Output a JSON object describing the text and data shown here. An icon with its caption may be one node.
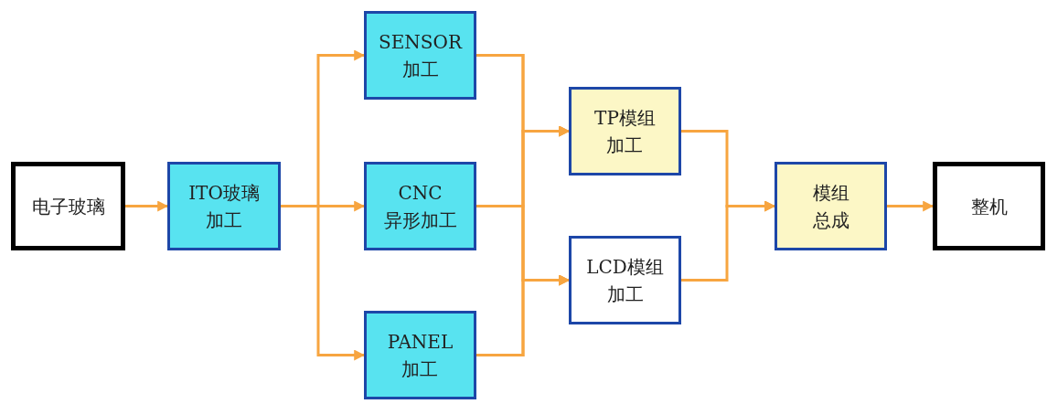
{
  "diagram": {
    "nodes": [
      {
        "text": [
          "电子玻璃"
        ]
      },
      {
        "text": [
          "ITO玻璃加工"
        ]
      },
      {
        "text": [
          "SENSOR加工"
        ]
      },
      {
        "text": [
          "CNC异形加工"
        ]
      },
      {
        "text": [
          "PANEL加工"
        ]
      },
      {
        "text": [
          "TP模组加工"
        ]
      },
      {
        "text": [
          "LCD模组加工"
        ]
      },
      {
        "text": [
          "模组总成"
        ]
      },
      {
        "text": [
          "整机"
        ]
      }
    ],
    "edges": [
      {
        "from": 0,
        "to": 1,
        "arrow": "to"
      },
      {
        "from": 1,
        "to": 2,
        "arrow": "to"
      },
      {
        "from": 1,
        "to": 3,
        "arrow": "to"
      },
      {
        "from": 1,
        "to": 4,
        "arrow": "to"
      },
      {
        "from": 2,
        "to": 5,
        "arrow": "to"
      },
      {
        "from": 2,
        "to": 6,
        "arrow": "to"
      },
      {
        "from": 3,
        "to": 5,
        "arrow": "to"
      },
      {
        "from": 3,
        "to": 6,
        "arrow": "to"
      },
      {
        "from": 4,
        "to": 5,
        "arrow": "to"
      },
      {
        "from": 4,
        "to": 6,
        "arrow": "to"
      },
      {
        "from": 5,
        "to": 7,
        "arrow": "to"
      },
      {
        "from": 6,
        "to": 7,
        "arrow": "to"
      },
      {
        "from": 7,
        "to": 8,
        "arrow": "to"
      }
    ]
  }
}
